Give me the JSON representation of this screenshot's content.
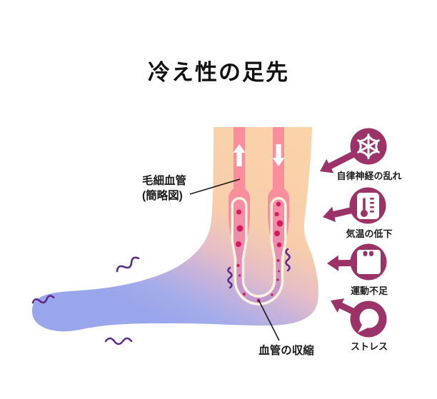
{
  "title": "冷え性の足先",
  "diagram": {
    "capillary_label_line1": "毛細血管",
    "capillary_label_line2": "(簡略図)",
    "constriction_label": "血管の収縮",
    "flow_in_arrow": "up",
    "flow_out_arrow": "down"
  },
  "causes": [
    {
      "label": "自律神経の乱れ",
      "icon": "snowflake-icon"
    },
    {
      "label": "気温の低下",
      "icon": "thermometer-icon"
    },
    {
      "label": "運動不足",
      "icon": "weight-scale-icon"
    },
    {
      "label": "ストレス",
      "icon": "speech-bubble-icon"
    }
  ],
  "colors": {
    "accent_magenta": "#9B3268",
    "skin_warm_peach": "#FBD3A8",
    "cold_blue": "#99A6EB",
    "vessel_band_pink": "#FB8E9D",
    "vessel_outline_cream": "#FFF4DE",
    "blood_cell_red": "#D4195C",
    "shiver_purple": "#5E2B8A",
    "text": "#1B1B1B",
    "background": "#FFFFFF"
  }
}
